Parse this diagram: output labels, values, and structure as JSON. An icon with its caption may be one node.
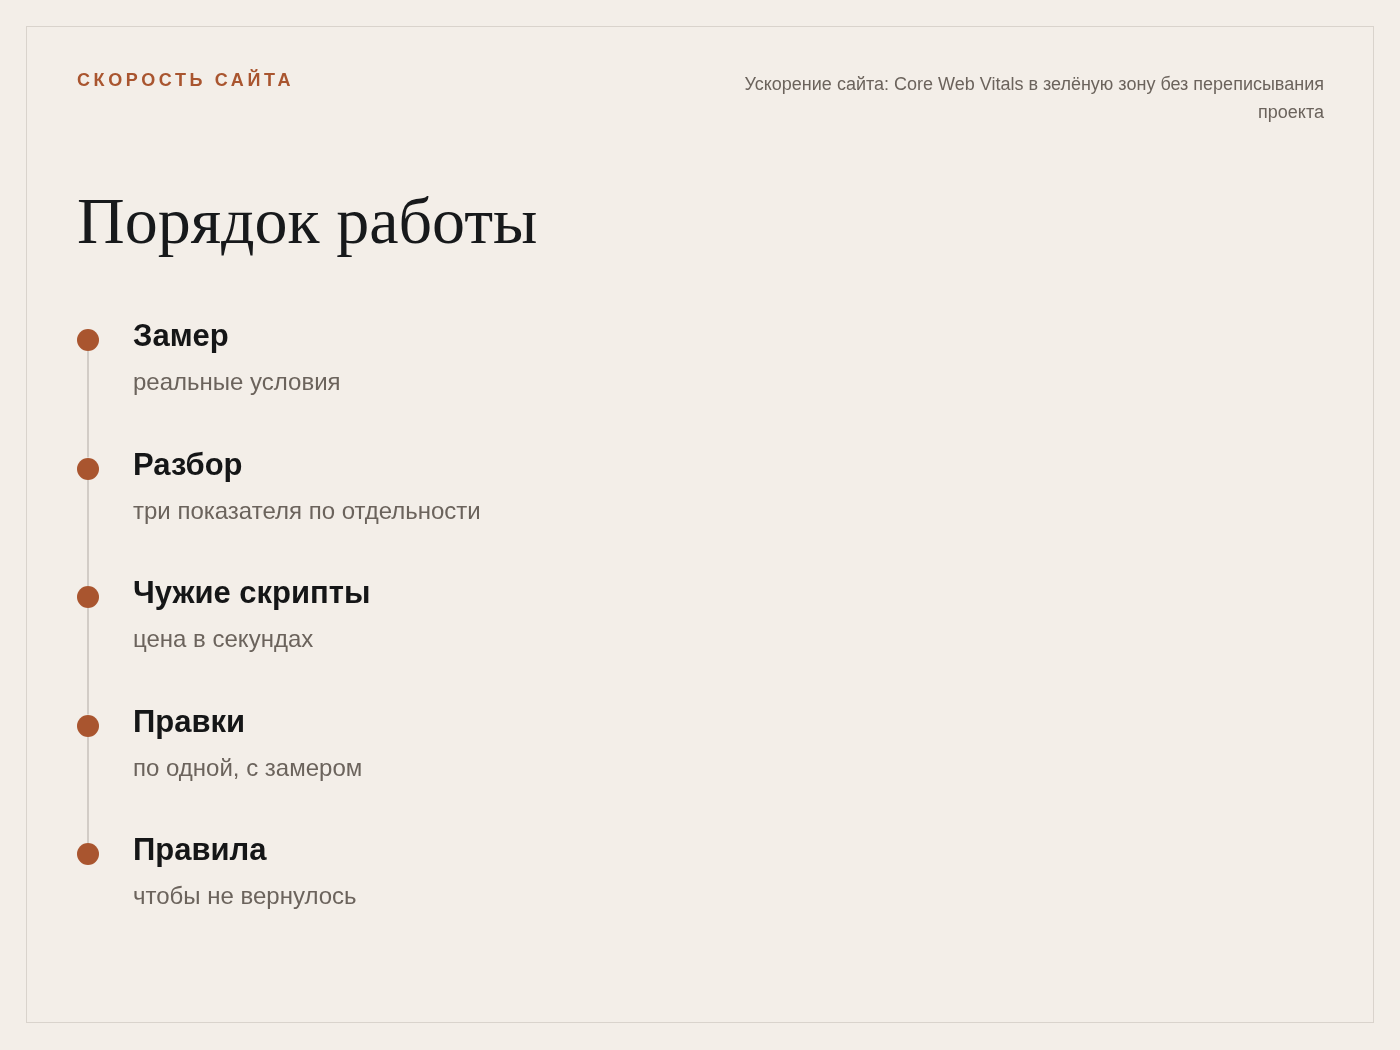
{
  "diagram": {
    "title": "Порядок работы",
    "nodes": [
      {
        "text": [],
        "shape": "circle",
        "beside": [
          "Замер",
          "реальные условия"
        ]
      },
      {
        "text": [],
        "shape": "circle",
        "beside": [
          "Разбор",
          "три показателя по отдельности"
        ]
      },
      {
        "text": [],
        "shape": "circle",
        "beside": [
          "Чужие скрипты",
          "цена в секундах"
        ]
      },
      {
        "text": [],
        "shape": "circle",
        "beside": [
          "Правки",
          "по одной, с замером"
        ]
      },
      {
        "text": [],
        "shape": "circle",
        "beside": [
          "Правила",
          "чтобы не вернулось"
        ]
      }
    ],
    "edges": [
      {
        "from": 0,
        "to": 1,
        "arrow": "none"
      },
      {
        "from": 1,
        "to": 2,
        "arrow": "none"
      },
      {
        "from": 2,
        "to": 3,
        "arrow": "none"
      },
      {
        "from": 3,
        "to": 4,
        "arrow": "none"
      }
    ],
    "labels": [
      "СКОРОСТЬ САЙТА",
      "Ускорение сайта: Core Web Vitals в зелёную зону без переписывания проекта"
    ]
  }
}
